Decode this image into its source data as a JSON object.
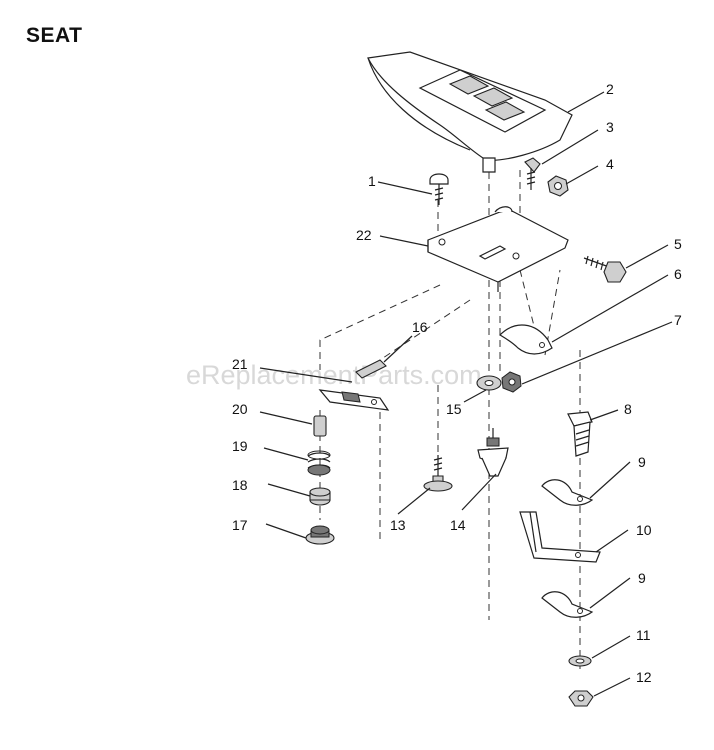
{
  "diagram": {
    "title": "SEAT",
    "watermark": "eReplacementParts.com"
  },
  "callouts": [
    {
      "id": "1",
      "label": "1"
    },
    {
      "id": "2",
      "label": "2"
    },
    {
      "id": "3",
      "label": "3"
    },
    {
      "id": "4",
      "label": "4"
    },
    {
      "id": "5",
      "label": "5"
    },
    {
      "id": "6",
      "label": "6"
    },
    {
      "id": "7",
      "label": "7"
    },
    {
      "id": "8",
      "label": "8"
    },
    {
      "id": "9a",
      "label": "9"
    },
    {
      "id": "10",
      "label": "10"
    },
    {
      "id": "9b",
      "label": "9"
    },
    {
      "id": "11",
      "label": "11"
    },
    {
      "id": "12",
      "label": "12"
    },
    {
      "id": "13",
      "label": "13"
    },
    {
      "id": "14",
      "label": "14"
    },
    {
      "id": "15",
      "label": "15"
    },
    {
      "id": "16",
      "label": "16"
    },
    {
      "id": "17",
      "label": "17"
    },
    {
      "id": "18",
      "label": "18"
    },
    {
      "id": "19",
      "label": "19"
    },
    {
      "id": "20",
      "label": "20"
    },
    {
      "id": "21",
      "label": "21"
    },
    {
      "id": "22",
      "label": "22"
    }
  ]
}
